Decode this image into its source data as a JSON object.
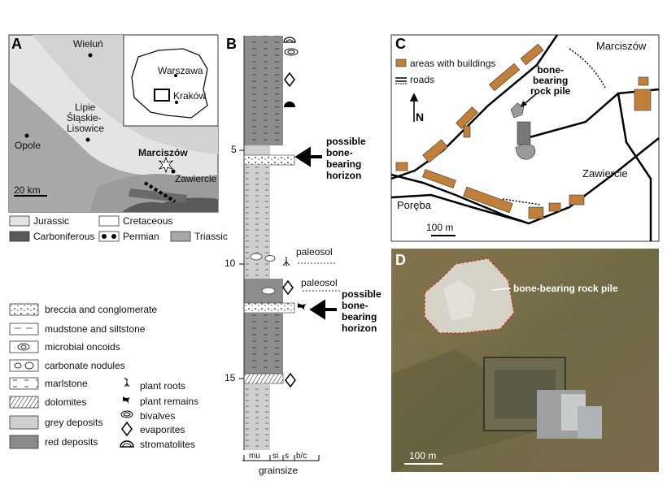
{
  "panelA": {
    "letter": "A",
    "cities": [
      "Wieluń",
      "Lipie",
      "Śląskie-",
      "Lisowice",
      "Opole",
      "Marciszów",
      "Zawiercie"
    ],
    "inset": [
      "Warszawa",
      "Kraków"
    ],
    "scale": "20 km",
    "geo_legend": [
      "Jurassic",
      "Cretaceous",
      "Carboniferous",
      "Permian",
      "Triassic"
    ]
  },
  "panelB": {
    "letter": "B",
    "depths": [
      "5",
      "10",
      "15"
    ],
    "paleosol": "paleosol",
    "horizon": [
      "possible",
      "bone-",
      "bearing",
      "horizon"
    ],
    "grain_ticks": [
      "mu",
      "si",
      "s",
      "b/c"
    ],
    "grain_label": "grainsize"
  },
  "lithology_legend": [
    "breccia and conglomerate",
    "mudstone and siltstone",
    "microbial oncoids",
    "carbonate nodules",
    "marlstone",
    "dolomites",
    "grey deposits",
    "red deposits"
  ],
  "symbol_legend": [
    "plant roots",
    "plant remains",
    "bivalves",
    "evaporites",
    "stromatolites"
  ],
  "panelC": {
    "letter": "C",
    "legend_buildings": "areas with buildings",
    "legend_roads": "roads",
    "places": [
      "Marciszów",
      "Zawiercie",
      "Poręba"
    ],
    "pile": [
      "bone-",
      "bearing",
      "rock pile"
    ],
    "north": "N",
    "scale": "100 m",
    "colors": {
      "buildings": "#c0803a",
      "pile": "#9a9a9a"
    }
  },
  "panelD": {
    "letter": "D",
    "label": "bone-bearing rock pile",
    "scale": "100 m"
  }
}
